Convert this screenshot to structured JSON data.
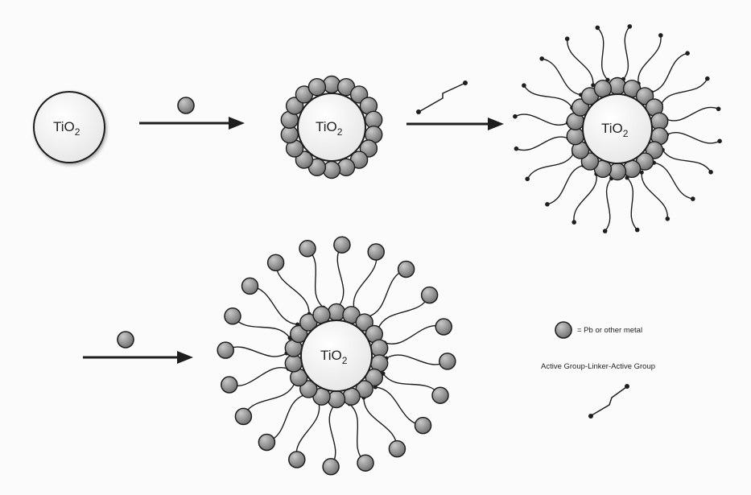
{
  "cores": [
    {
      "stage": 1,
      "label": "TiO",
      "subscript": "2"
    },
    {
      "stage": 2,
      "label": "TiO",
      "subscript": "2"
    },
    {
      "stage": 3,
      "label": "TiO",
      "subscript": "2"
    },
    {
      "stage": 4,
      "label": "TiO",
      "subscript": "2"
    }
  ],
  "legend": {
    "metal": "= Pb or other metal",
    "linker": "Active Group-Linker-Active Group"
  },
  "colors": {
    "core_fill": "#f2f2f2",
    "metal_fill": "#8c8c8c",
    "stroke": "#1e1e1e"
  },
  "icons": [
    "metal-particle-icon",
    "linker-icon",
    "arrow-icon"
  ]
}
